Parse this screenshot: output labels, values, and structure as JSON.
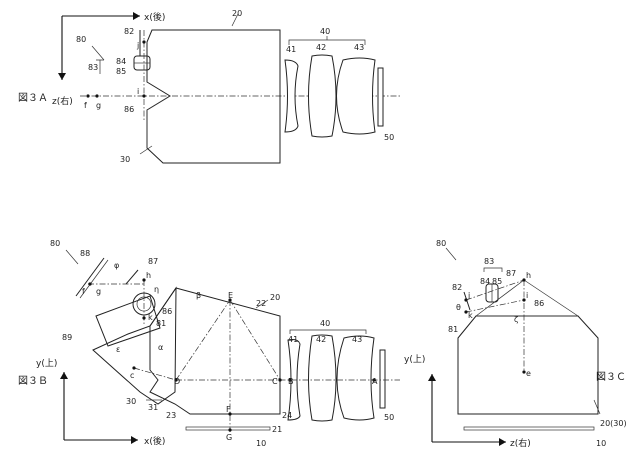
{
  "figures": {
    "fig3a": {
      "title": "図３Ａ",
      "axis_x": "x(後)",
      "axis_z": "z(右)",
      "labels": {
        "body": "20",
        "lens_group": "40",
        "lens1": "41",
        "lens2": "42",
        "lens3": "43",
        "sensor": "50",
        "prism": "30",
        "eyepiece": "80",
        "mark82": "82",
        "mark83": "83",
        "mark84": "84",
        "mark85": "85",
        "mark86": "86",
        "j": "j",
        "i": "i",
        "f": "f",
        "g": "g"
      }
    },
    "fig3b": {
      "title": "図３Ｂ",
      "axis_x": "x(後)",
      "axis_y": "y(上)",
      "labels": {
        "eyepiece": "80",
        "mark88": "88",
        "mark87": "87",
        "mark86": "86",
        "mark81": "81",
        "mark89": "89",
        "body": "20",
        "face22": "22",
        "prism": "30",
        "face31": "31",
        "face23": "23",
        "face24": "24",
        "face21": "21",
        "base": "10",
        "lens_group": "40",
        "lens1": "41",
        "lens2": "42",
        "lens3": "43",
        "sensor": "50",
        "phi": "φ",
        "eta": "η",
        "beta": "β",
        "alpha": "α",
        "epsilon": "ε",
        "f": "f",
        "g": "g",
        "h": "h",
        "k": "k",
        "c": "c",
        "E": "E",
        "D": "D",
        "C": "C",
        "B": "B",
        "A": "A",
        "F": "F",
        "G": "G"
      }
    },
    "fig3c": {
      "title": "図３Ｃ",
      "axis_y": "y(上)",
      "axis_z": "z(右)",
      "labels": {
        "eyepiece": "80",
        "mark83": "83",
        "mark87": "87",
        "mark84": "84",
        "mark85": "85",
        "mark82": "82",
        "mark86": "86",
        "mark81": "81",
        "body": "20(30)",
        "base": "10",
        "h": "h",
        "i": "i",
        "j": "j",
        "k": "k",
        "e": "e",
        "theta": "θ",
        "zeta": "ζ"
      }
    }
  }
}
